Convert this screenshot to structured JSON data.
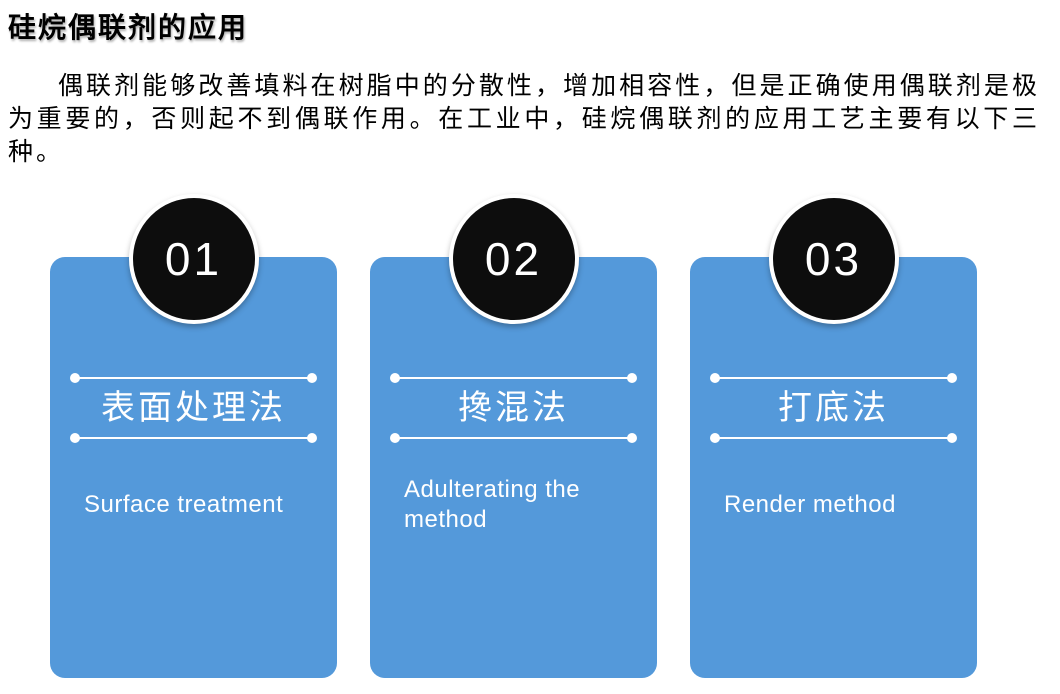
{
  "doc": {
    "title": "硅烷偶联剂的应用",
    "paragraph": "偶联剂能够改善填料在树脂中的分散性，增加相容性，但是正确使用偶联剂是极为重要的，否则起不到偶联作用。在工业中，硅烷偶联剂的应用工艺主要有以下三种。"
  },
  "colors": {
    "card_blue": "#5499DA",
    "badge_black": "#0D0D0D",
    "card_text_white": "#FFFFFF",
    "body_text_black": "#000000",
    "page_background": "#FFFFFF"
  },
  "cards": [
    {
      "number": "01",
      "title_zh": "表面处理法",
      "title_en": "Surface treatment"
    },
    {
      "number": "02",
      "title_zh": "搀混法",
      "title_en": "Adulterating the method"
    },
    {
      "number": "03",
      "title_zh": "打底法",
      "title_en": "Render method"
    }
  ]
}
